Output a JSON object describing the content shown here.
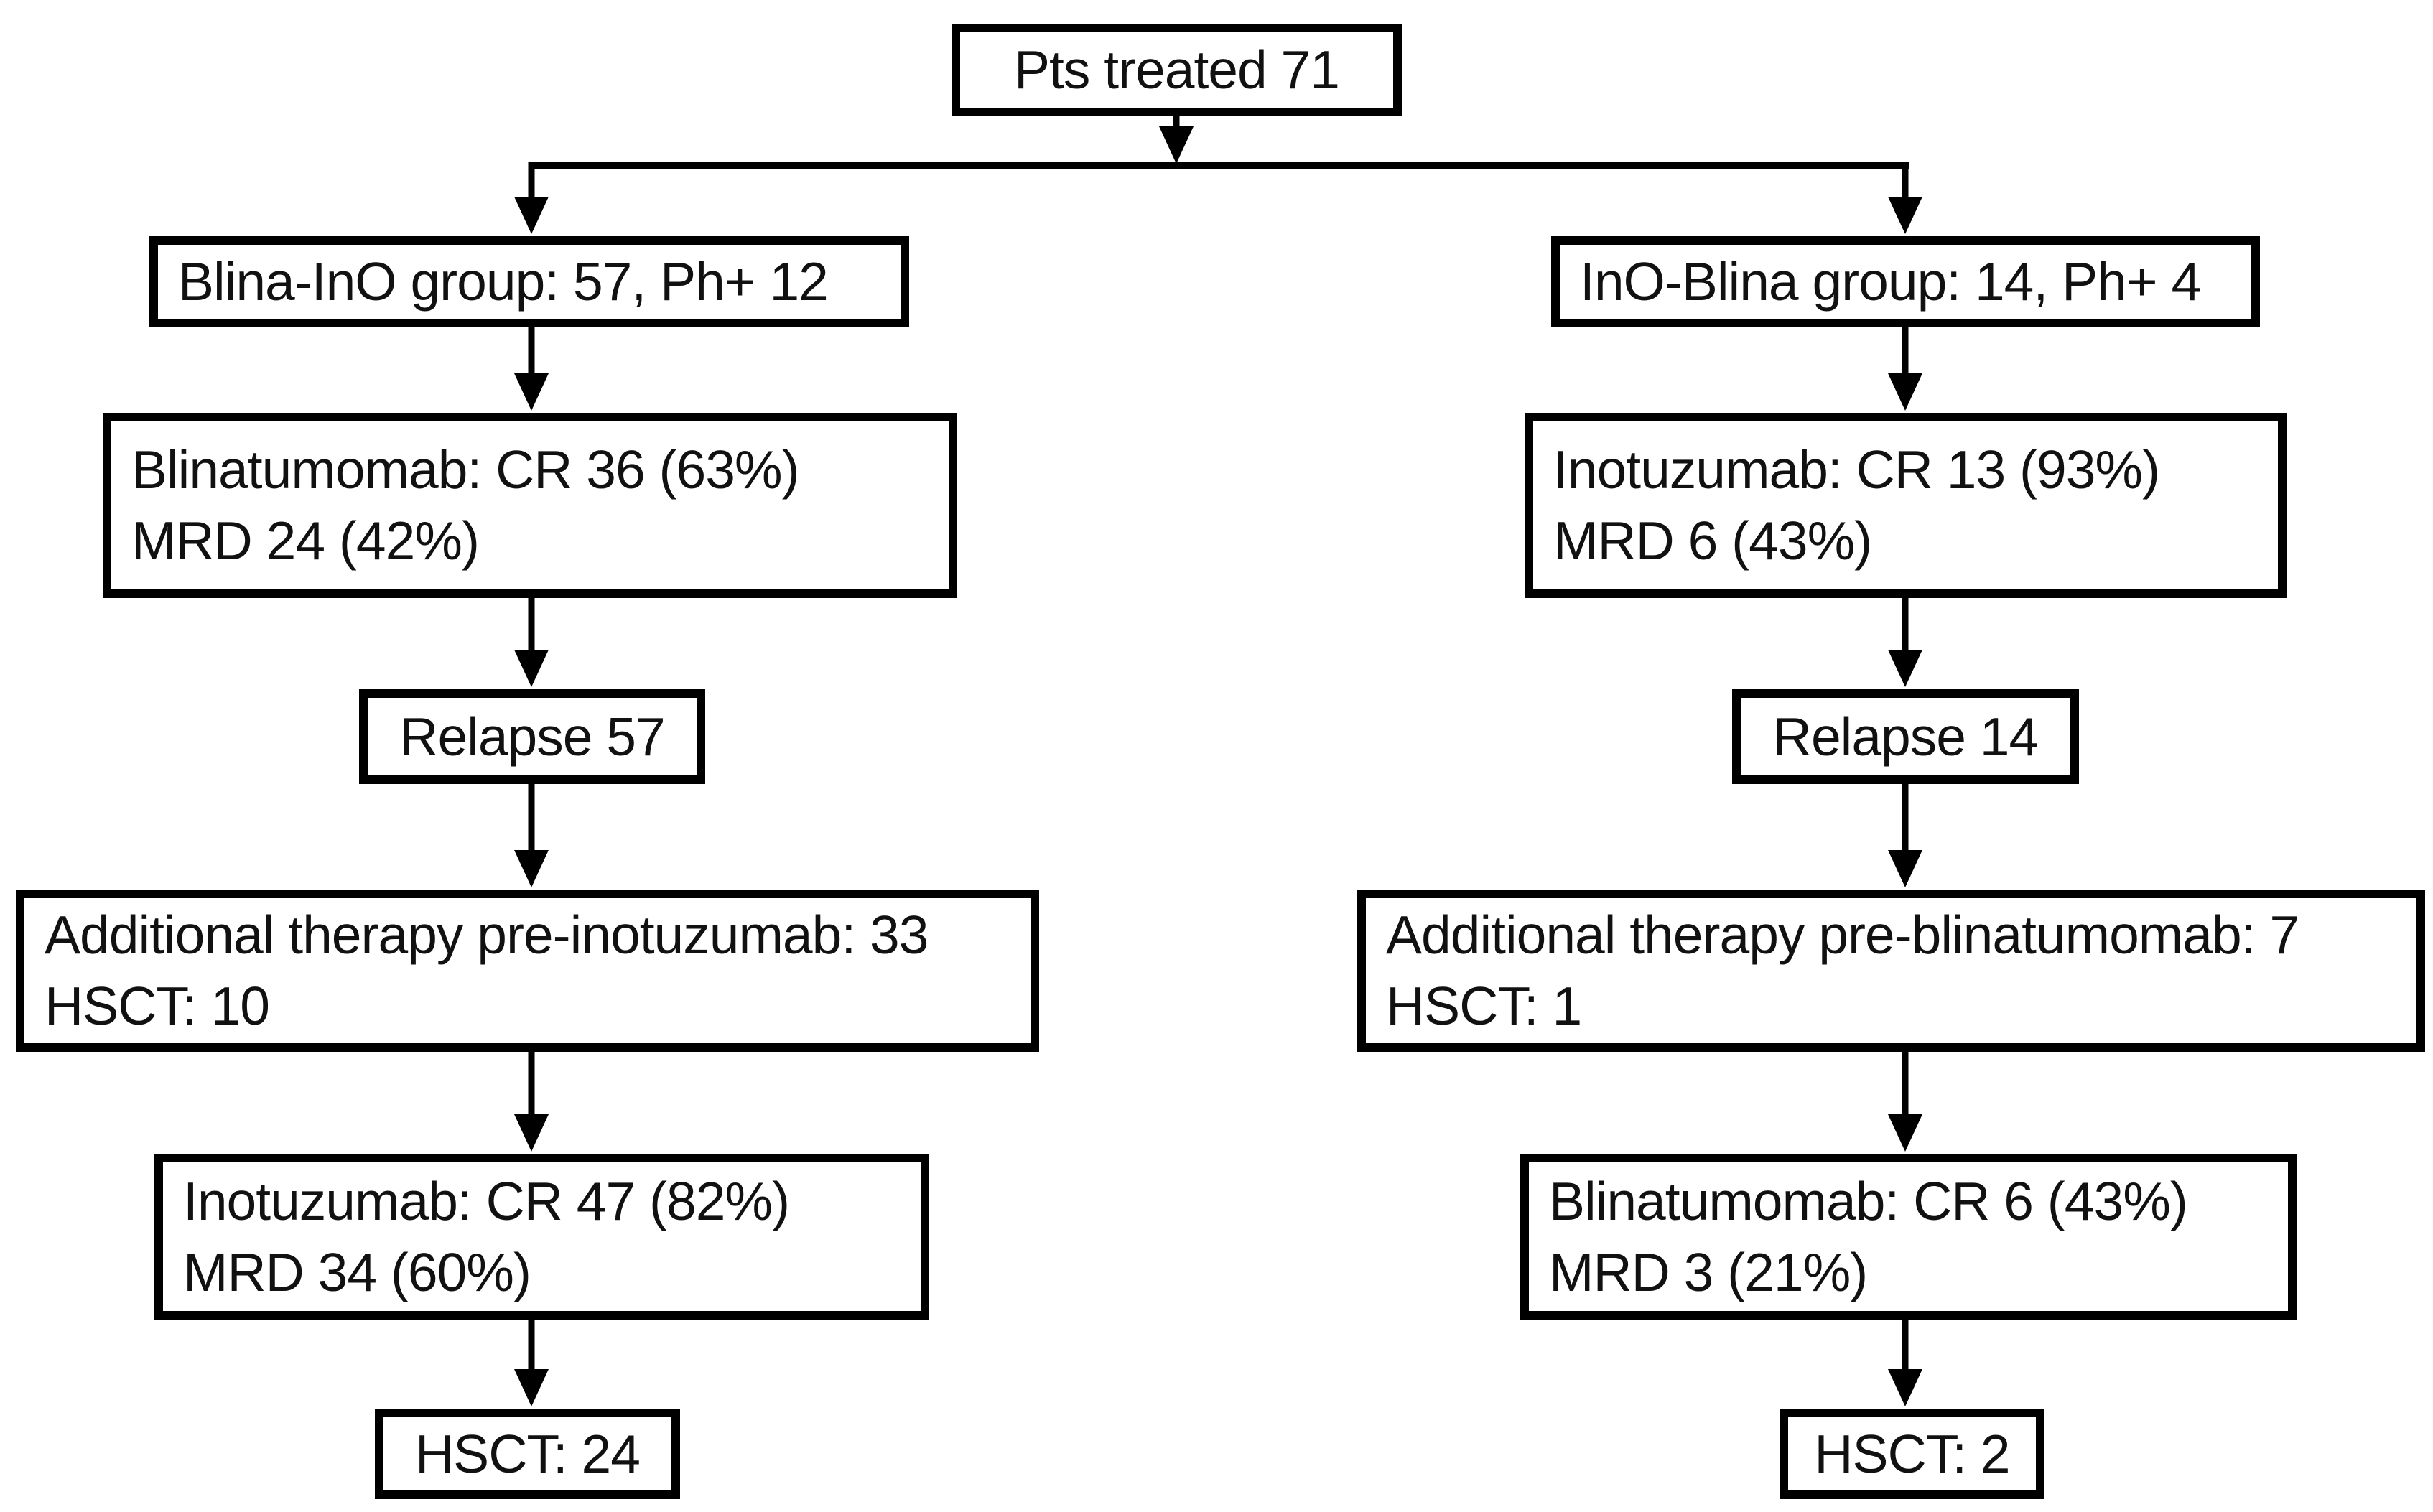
{
  "diagram": {
    "type": "flowchart",
    "root": {
      "label": "Pts treated 71"
    },
    "branches": [
      {
        "side": "left",
        "group": {
          "label": "Blina-InO group: 57, Ph+ 12"
        },
        "first_agent": {
          "line1": "Blinatumomab: CR 36 (63%)",
          "line2": "MRD 24 (42%)"
        },
        "relapse": {
          "label": "Relapse 57"
        },
        "additional_therapy": {
          "line1": "Additional therapy pre-inotuzumab: 33",
          "line2": "HSCT: 10"
        },
        "second_agent": {
          "line1": "Inotuzumab: CR 47 (82%)",
          "line2": "MRD 34 (60%)"
        },
        "hsct": {
          "label": "HSCT: 24"
        }
      },
      {
        "side": "right",
        "group": {
          "label": "InO-Blina group: 14, Ph+ 4"
        },
        "first_agent": {
          "line1": "Inotuzumab: CR 13 (93%)",
          "line2": "MRD 6 (43%)"
        },
        "relapse": {
          "label": "Relapse 14"
        },
        "additional_therapy": {
          "line1": "Additional therapy pre-blinatumomab: 7",
          "line2": "HSCT: 1"
        },
        "second_agent": {
          "line1": "Blinatumomab: CR 6 (43%)",
          "line2": "MRD 3 (21%)"
        },
        "hsct": {
          "label": "HSCT: 2"
        }
      }
    ],
    "colors": {
      "border": "#000000",
      "fill": "#ffffff",
      "text": "#111111",
      "background": "#ffffff",
      "connector": "#000000"
    }
  }
}
